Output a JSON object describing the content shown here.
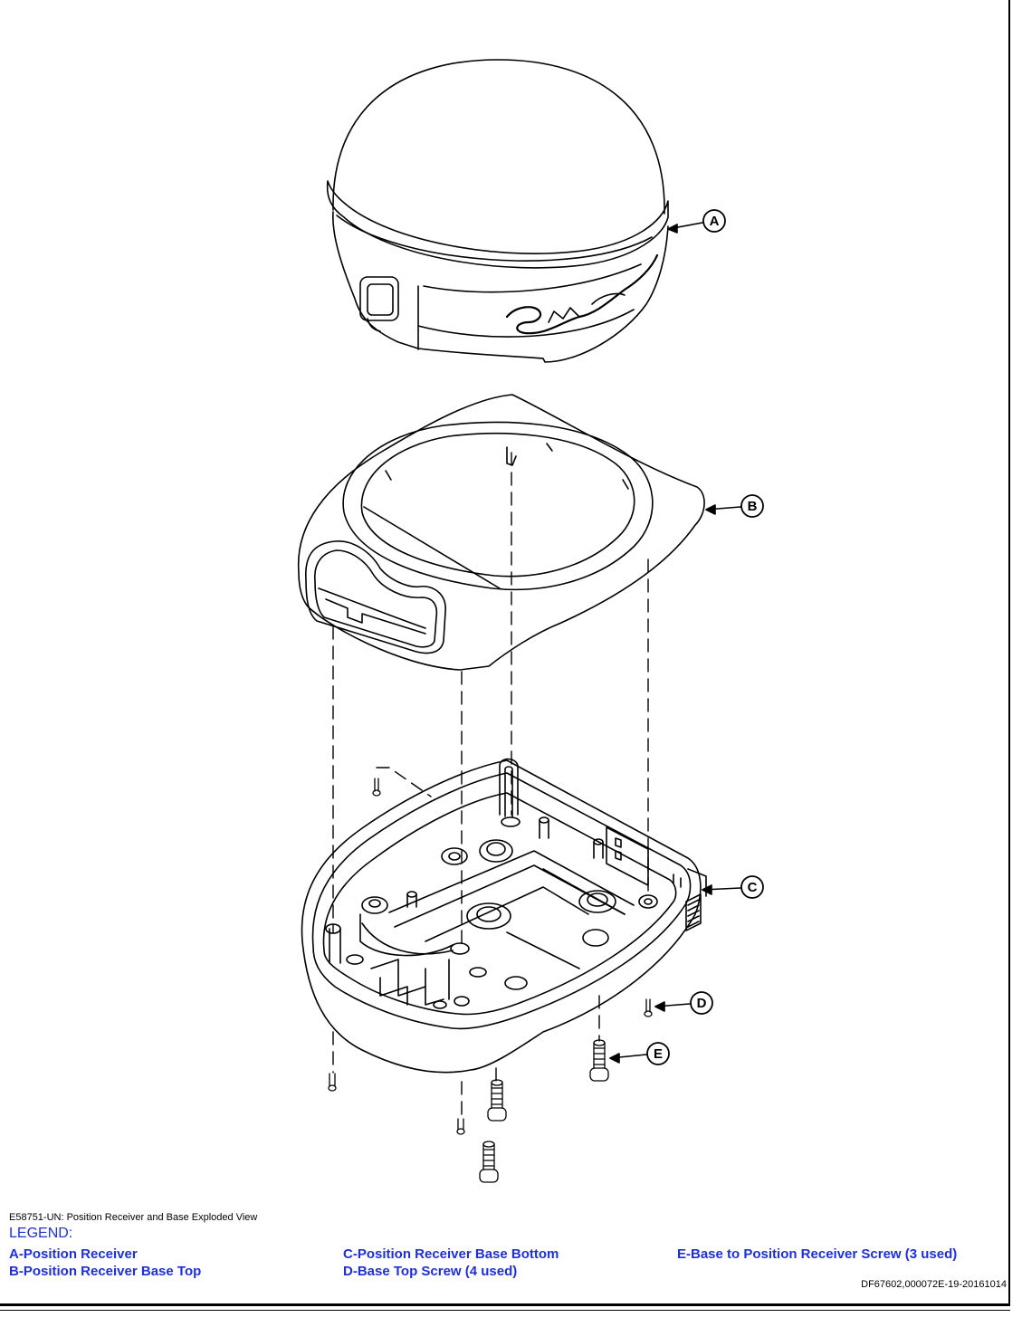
{
  "caption": "E58751-UN: Position Receiver and Base Exploded View",
  "legend": {
    "title": "LEGEND:",
    "items": [
      "A-Position Receiver",
      "B-Position Receiver Base Top",
      "C-Position Receiver Base Bottom",
      "D-Base Top Screw (4 used)",
      "E-Base to Position Receiver Screw (3 used)"
    ]
  },
  "callouts": {
    "a": "A",
    "b": "B",
    "c": "C",
    "d": "D",
    "e": "E"
  },
  "doc_id": "DF67602,000072E-19-20161014",
  "colors": {
    "legend": "#1f2fd6",
    "line": "#000000"
  }
}
